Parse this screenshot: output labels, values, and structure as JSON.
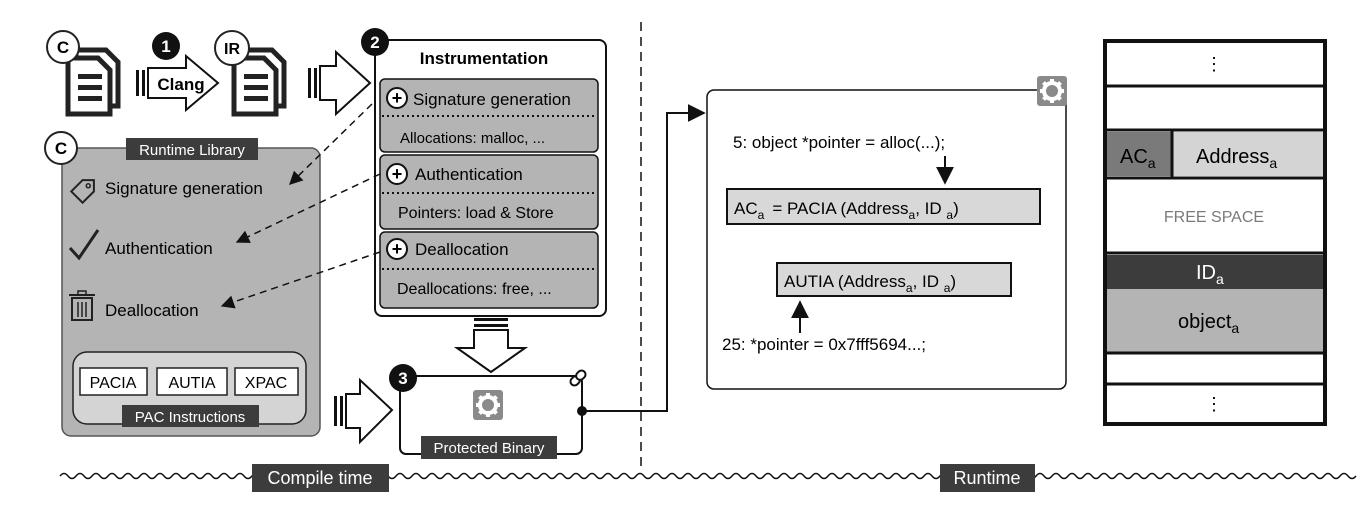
{
  "source": {
    "c_badge": "C",
    "ir_badge": "IR",
    "clang_label": "Clang"
  },
  "steps": {
    "one": "1",
    "two": "2",
    "three": "3"
  },
  "instrumentation": {
    "title": "Instrumentation",
    "sections": [
      {
        "header": "Signature generation",
        "detail": "Allocations: malloc, ..."
      },
      {
        "header": "Authentication",
        "detail": "Pointers: load & Store"
      },
      {
        "header": "Deallocation",
        "detail": "Deallocations: free, ..."
      }
    ],
    "plus_symbol": "+"
  },
  "runtime_library": {
    "badge": "C",
    "title": "Runtime Library",
    "items": [
      "Signature generation",
      "Authentication",
      "Deallocation"
    ],
    "pac_instructions": [
      "PACIA",
      "AUTIA",
      "XPAC"
    ],
    "pac_label": "PAC Instructions"
  },
  "protected_binary": {
    "label": "Protected Binary"
  },
  "code_panel": {
    "line1": "5: object *pointer = alloc(...);",
    "pacia": {
      "lhs": "AC",
      "lhs_sub": "a",
      "eq": "= PACIA  (Address",
      "addr_sub": "a",
      "mid": ", ID ",
      "id_sub": "a",
      "end": ")"
    },
    "autia": {
      "pre": "AUTIA (Address",
      "addr_sub": "a",
      "mid": ", ID ",
      "id_sub": "a",
      "end": ")"
    },
    "line2": "25: *pointer = 0x7fff5694...;"
  },
  "memory": {
    "dots": "⋮",
    "ac": {
      "text": "AC",
      "sub": "a"
    },
    "address": {
      "text": "Address",
      "sub": "a"
    },
    "free_space": "FREE SPACE",
    "id": {
      "text": "ID",
      "sub": "a"
    },
    "object": {
      "text": "object",
      "sub": "a"
    }
  },
  "phases": {
    "compile": "Compile time",
    "runtime": "Runtime"
  },
  "colors": {
    "panel_gray": "#b4b4b4",
    "dark_label": "#3c3c3c",
    "light_gray": "#d4d4d4"
  }
}
